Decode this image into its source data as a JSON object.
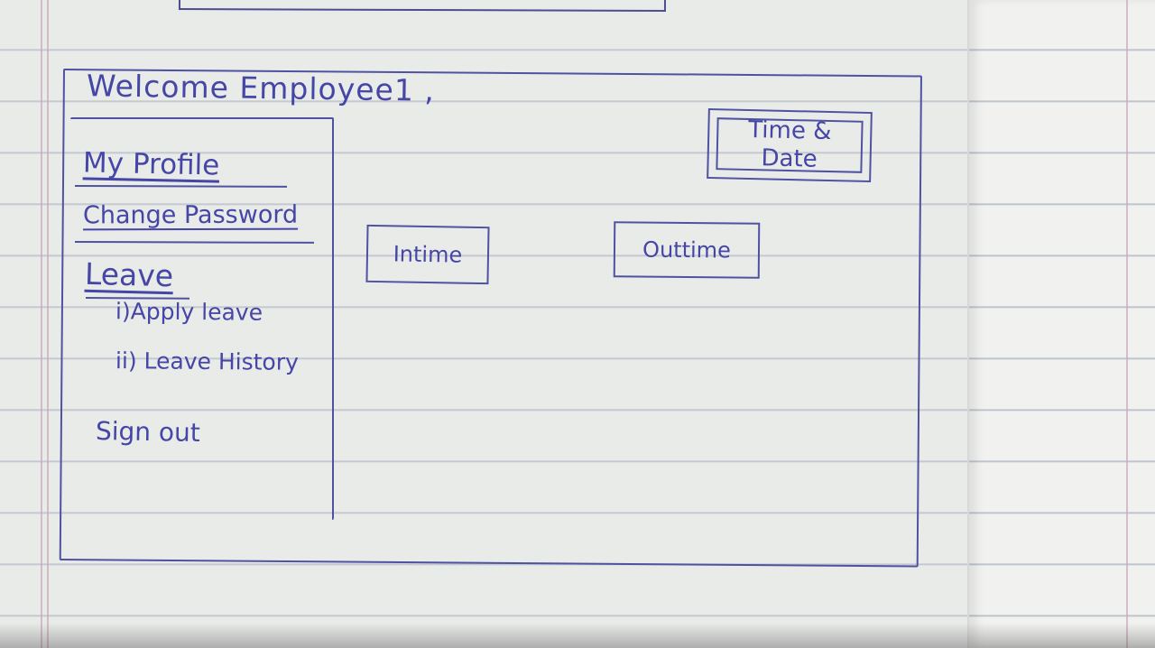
{
  "header": {
    "welcome": "Welcome Employee1 ,"
  },
  "sidebar": {
    "items": [
      {
        "label": "My Profile"
      },
      {
        "label": "Change Password"
      },
      {
        "label": "Leave"
      },
      {
        "label": "i)Apply leave"
      },
      {
        "label": "ii) Leave History"
      },
      {
        "label": "Sign out"
      }
    ]
  },
  "main": {
    "time_date": "Time &\nDate",
    "intime": "Intime",
    "outtime": "Outtime"
  },
  "colors": {
    "ink": "#4546a5",
    "paper": "#e9ebe9",
    "ruled_line": "#b7bdc8"
  }
}
